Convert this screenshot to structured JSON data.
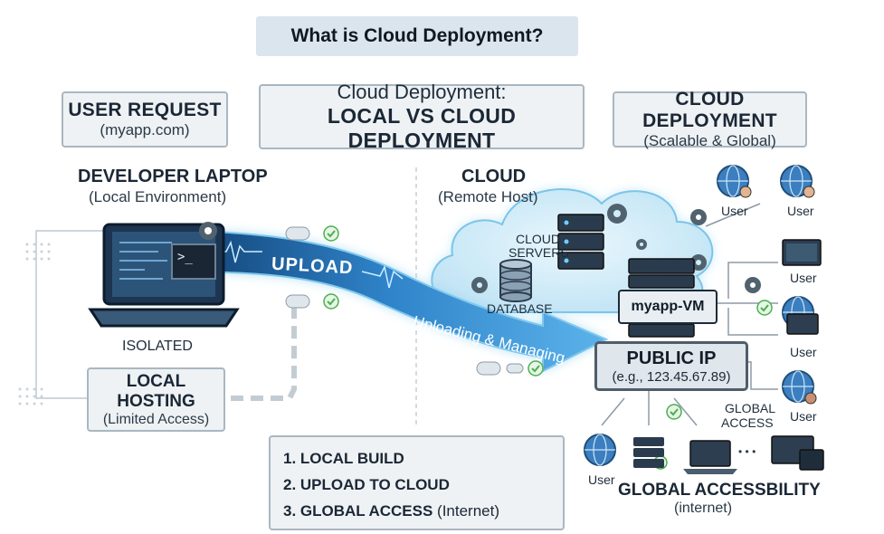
{
  "title": "What is Cloud Deployment?",
  "header": {
    "user_request": {
      "title": "USER REQUEST",
      "sub": "(myapp.com)"
    },
    "center": {
      "line1": "Cloud Deployment:",
      "line2": "LOCAL VS CLOUD DEPLOYMENT"
    },
    "cloud_deployment": {
      "title": "CLOUD DEPLOYMENT",
      "sub": "(Scalable & Global)"
    }
  },
  "local": {
    "title": "DEVELOPER LAPTOP",
    "sub": "(Local Environment)",
    "isolated": "ISOLATED",
    "hosting_title": "LOCAL HOSTING",
    "hosting_sub": "(Limited Access)",
    "terminal_prompt": ">_"
  },
  "arrow": {
    "upload": "UPLOAD",
    "uploading": "Uploading & Managing"
  },
  "cloud": {
    "title": "CLOUD",
    "sub": "(Remote Host)",
    "servers_label_1": "CLOUD",
    "servers_label_2": "SERVERS",
    "database_label": "DATABASE",
    "vm_label": "myapp-VM",
    "public_ip_title": "PUBLIC IP",
    "public_ip_sub": "(e.g., 123.45.67.89)",
    "global_access_1": "GLOBAL",
    "global_access_2": "ACCESS"
  },
  "users": {
    "label": "User"
  },
  "global": {
    "title": "GLOBAL ACCESSBILITY",
    "sub": "(internet)",
    "ellipsis": "• • •"
  },
  "steps": [
    {
      "bold": "1. LOCAL BUILD",
      "rest": ""
    },
    {
      "bold": "2. UPLOAD TO CLOUD",
      "rest": ""
    },
    {
      "bold": "3. GLOBAL ACCESS",
      "rest": " (Internet)"
    }
  ],
  "icons": [
    "laptop-icon",
    "server-icon",
    "database-icon",
    "cloud-icon",
    "globe-user-icon",
    "monitor-user-icon",
    "gear-icon",
    "check-icon"
  ],
  "colors": {
    "accent": "#3a8fd6",
    "glow": "#bfe6f7",
    "panel": "#eef2f4",
    "border": "#a9b7c1",
    "check": "#4caf50"
  }
}
